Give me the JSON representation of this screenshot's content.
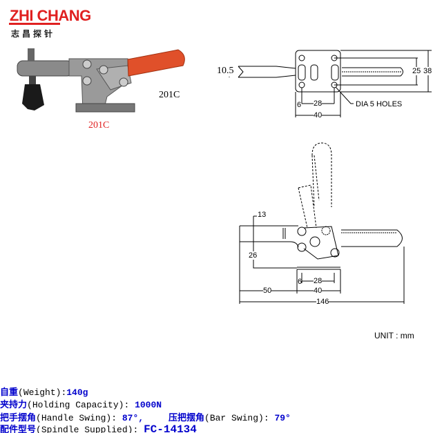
{
  "logo": {
    "brand": "ZHI CHANG",
    "brand_cn": "志昌探针"
  },
  "photo": {
    "model_caption_right": "201C",
    "model_caption_red": "201C"
  },
  "top_view": {
    "dim_bar": "10.5",
    "dim_25": "25",
    "dim_38": "38",
    "dim_6": "6",
    "dim_28": "28",
    "dim_40": "40",
    "holes_note": "DIA 5 HOLES"
  },
  "side_view": {
    "dim_13": "13",
    "dim_26": "26",
    "dim_6": "6",
    "dim_28": "28",
    "dim_50": "50",
    "dim_40": "40",
    "dim_146": "146"
  },
  "unit": "UNIT : mm",
  "specs": {
    "weight": {
      "cn": "自重",
      "en": "(Weight)",
      "sep": ":",
      "value": "140g"
    },
    "holding": {
      "cn": "夹持力",
      "en": "(Holding Capacity)",
      "sep": ": ",
      "value": "1000N"
    },
    "handle_swing": {
      "cn": "把手摆角",
      "en": "(Handle Swing)",
      "sep": ": ",
      "value": "87°,"
    },
    "bar_swing": {
      "cn": "压把摆角",
      "en": "(Bar Swing)",
      "sep": ": ",
      "value": "79°"
    },
    "spindle": {
      "cn": "配件型号",
      "en": "(Spindle Supplied)",
      "sep": ": ",
      "value": "FC-14134"
    }
  },
  "colors": {
    "brand_red": "#e02020",
    "spec_blue": "#0000cc",
    "handle_red": "#e0502a"
  }
}
